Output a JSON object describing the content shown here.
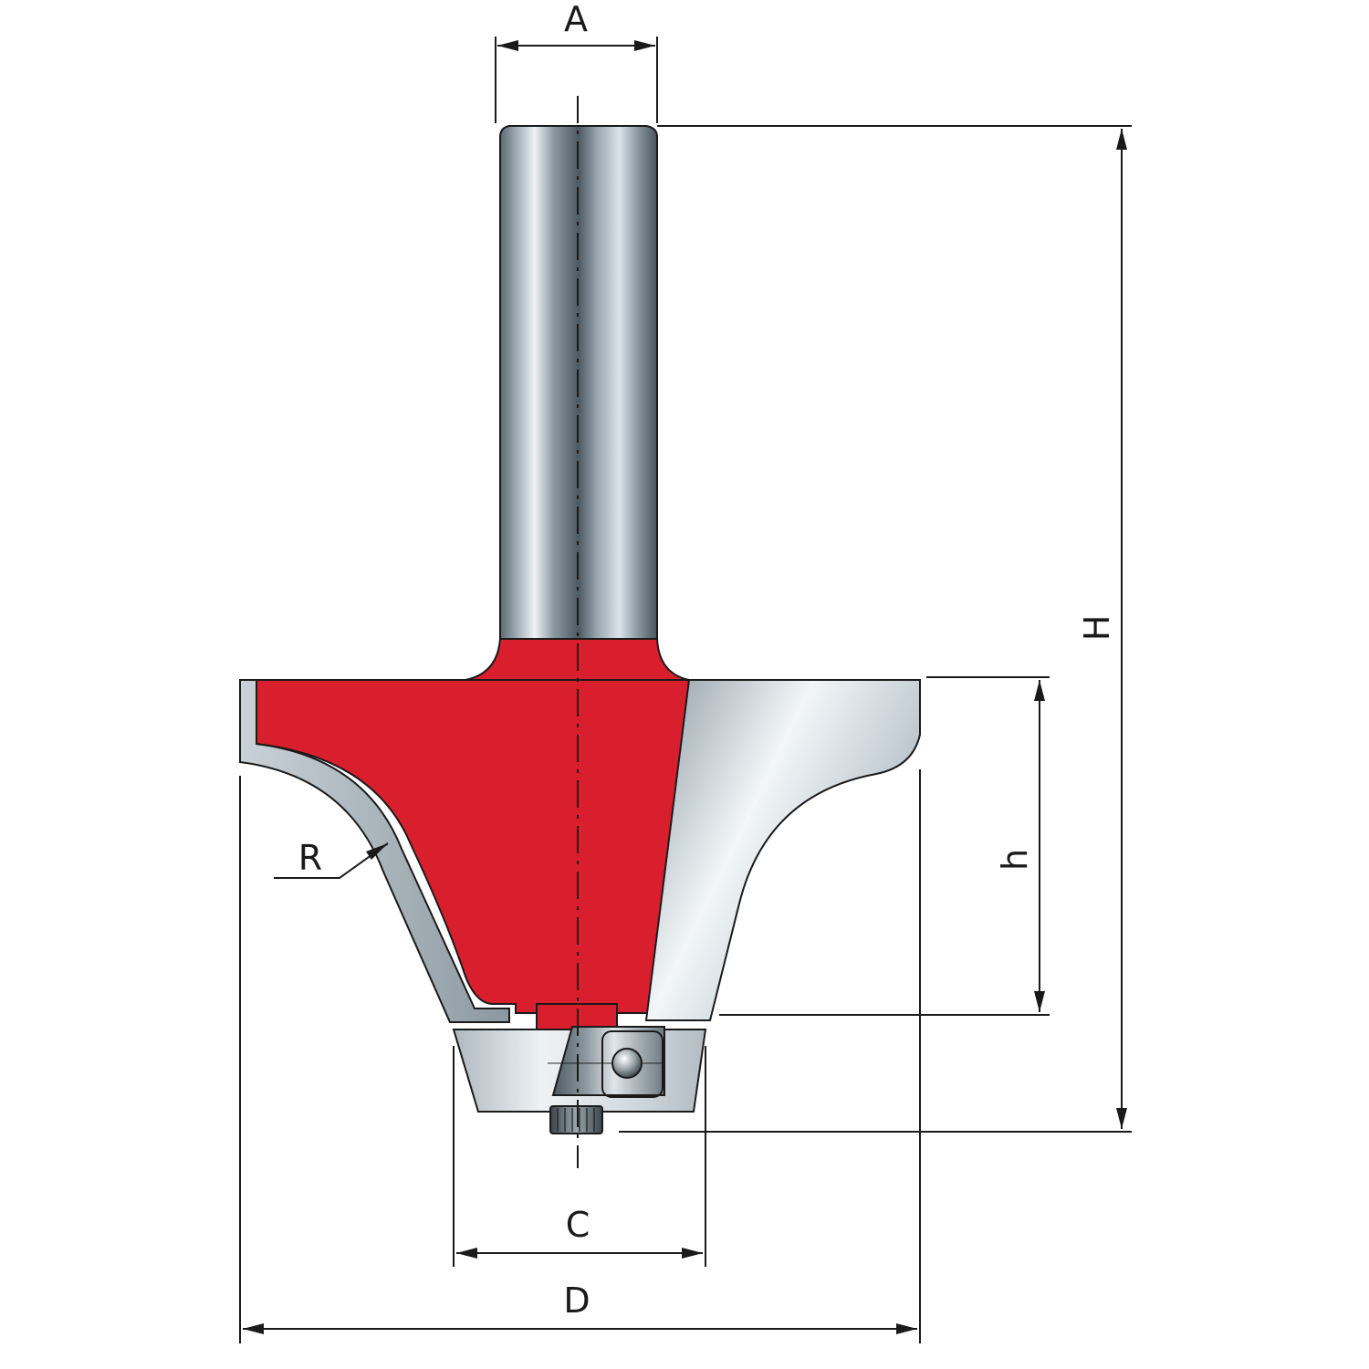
{
  "diagram": {
    "type": "technical-drawing",
    "subject": "router-bit-with-bearing",
    "colors": {
      "body": "#d91f2e",
      "steel": "#a9b4bc",
      "outline": "#1a1a1a",
      "background": "#ffffff"
    },
    "labels": {
      "shank_diameter": "A",
      "overall_height": "H",
      "cutting_height": "h",
      "radius": "R",
      "bearing_diameter": "C",
      "cutting_diameter": "D"
    }
  }
}
